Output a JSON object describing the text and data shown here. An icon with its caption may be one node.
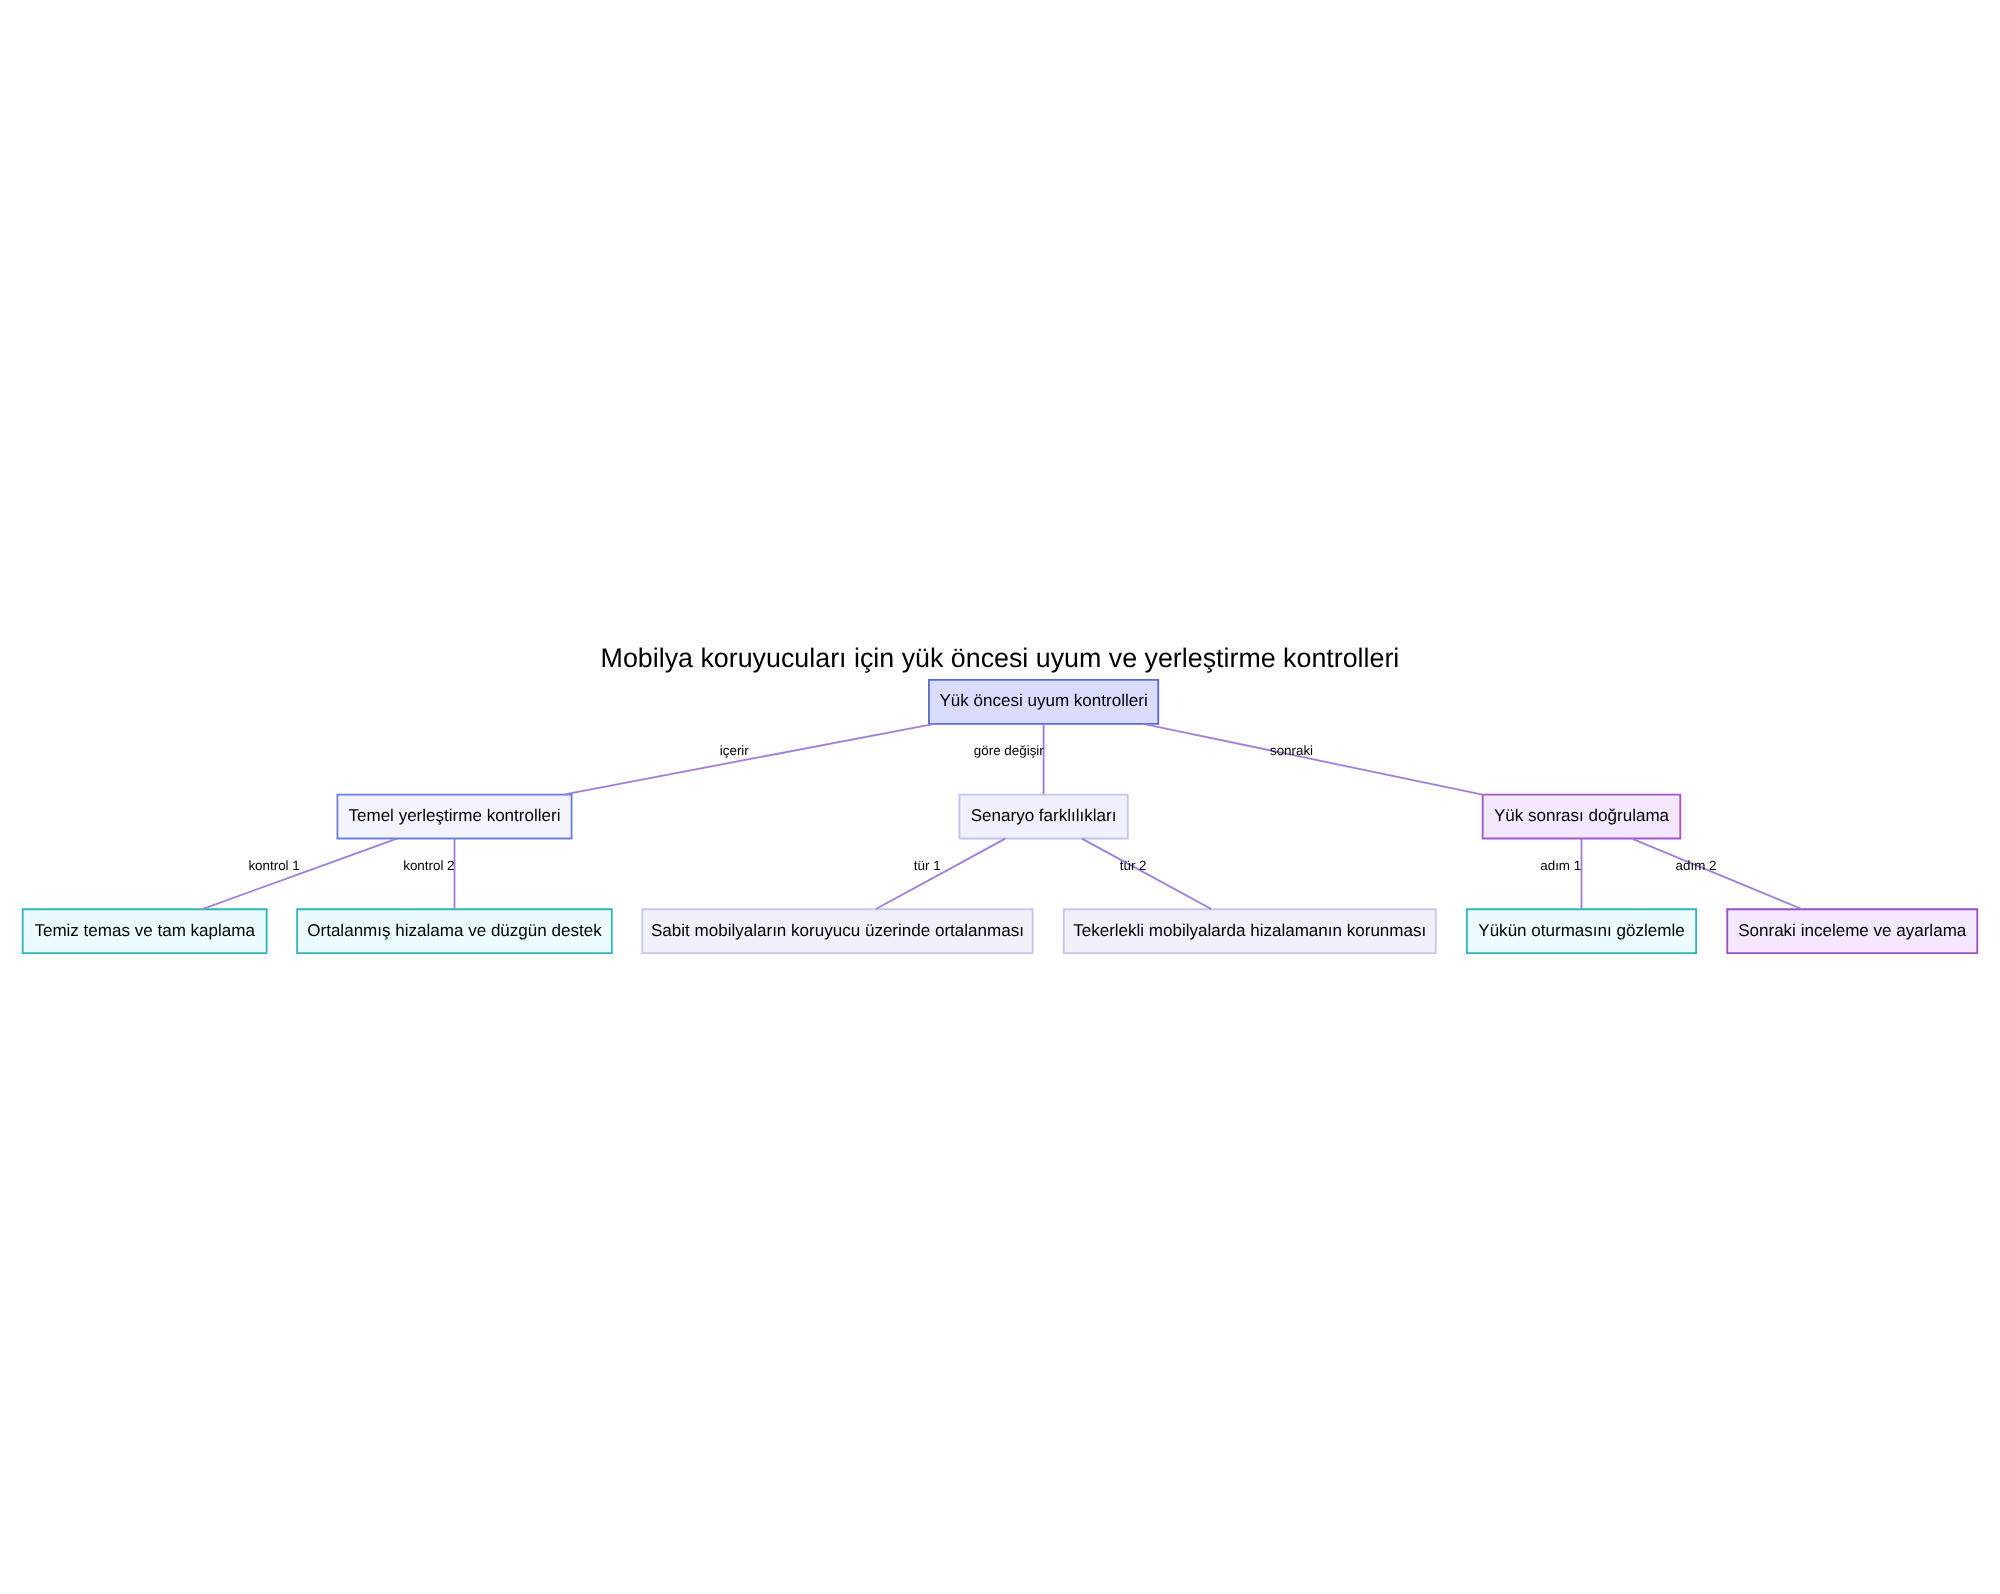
{
  "diagram": {
    "title": "Mobilya koruyucuları için yük öncesi uyum ve yerleştirme kontrolleri",
    "nodes": [
      {
        "text": [
          "Yük öncesi uyum kontrolleri"
        ]
      },
      {
        "text": [
          "Temel yerleştirme kontrolleri"
        ]
      },
      {
        "text": [
          "Senaryo farklılıkları"
        ]
      },
      {
        "text": [
          "Yük sonrası doğrulama"
        ]
      },
      {
        "text": [
          "Temiz temas ve tam kaplama"
        ]
      },
      {
        "text": [
          "Ortalanmış hizalama ve düzgün destek"
        ]
      },
      {
        "text": [
          "Sabit mobilyaların koruyucu üzerinde ortalanması"
        ]
      },
      {
        "text": [
          "Tekerlekli mobilyalarda hizalamanın korunması"
        ]
      },
      {
        "text": [
          "Yükün oturmasını gözlemle"
        ]
      },
      {
        "text": [
          "Sonraki inceleme ve ayarlama"
        ]
      }
    ],
    "edges": [
      {
        "from": 0,
        "to": 1,
        "arrow": "none",
        "label": "içerir"
      },
      {
        "from": 0,
        "to": 2,
        "arrow": "none",
        "label": "göre değişir"
      },
      {
        "from": 0,
        "to": 3,
        "arrow": "none",
        "label": "sonraki"
      },
      {
        "from": 1,
        "to": 4,
        "arrow": "none",
        "label": "kontrol 1"
      },
      {
        "from": 1,
        "to": 5,
        "arrow": "none",
        "label": "kontrol 2"
      },
      {
        "from": 2,
        "to": 6,
        "arrow": "none",
        "label": "tür 1"
      },
      {
        "from": 2,
        "to": 7,
        "arrow": "none",
        "label": "tür 2"
      },
      {
        "from": 3,
        "to": 8,
        "arrow": "none",
        "label": "adım 1"
      },
      {
        "from": 3,
        "to": 9,
        "arrow": "none",
        "label": "adım 2"
      }
    ]
  }
}
